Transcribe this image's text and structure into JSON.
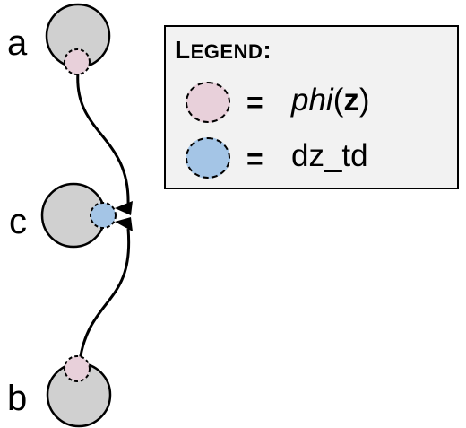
{
  "nodes": [
    {
      "id": "a",
      "label": "a"
    },
    {
      "id": "c",
      "label": "c"
    },
    {
      "id": "b",
      "label": "b"
    }
  ],
  "legend": {
    "title_first": "L",
    "title_rest": "EGEND",
    "title_colon": ":",
    "items": [
      {
        "symbol": "=",
        "fn": "phi",
        "open": "(",
        "arg": "z",
        "close": ")",
        "color": "#e8d0da"
      },
      {
        "symbol": "=",
        "text": "dz_td",
        "color": "#a4c5e6"
      }
    ]
  },
  "colors": {
    "node_fill": "#d0d0d0",
    "edge": "#000000",
    "legend_bg": "#f2f2f2"
  }
}
